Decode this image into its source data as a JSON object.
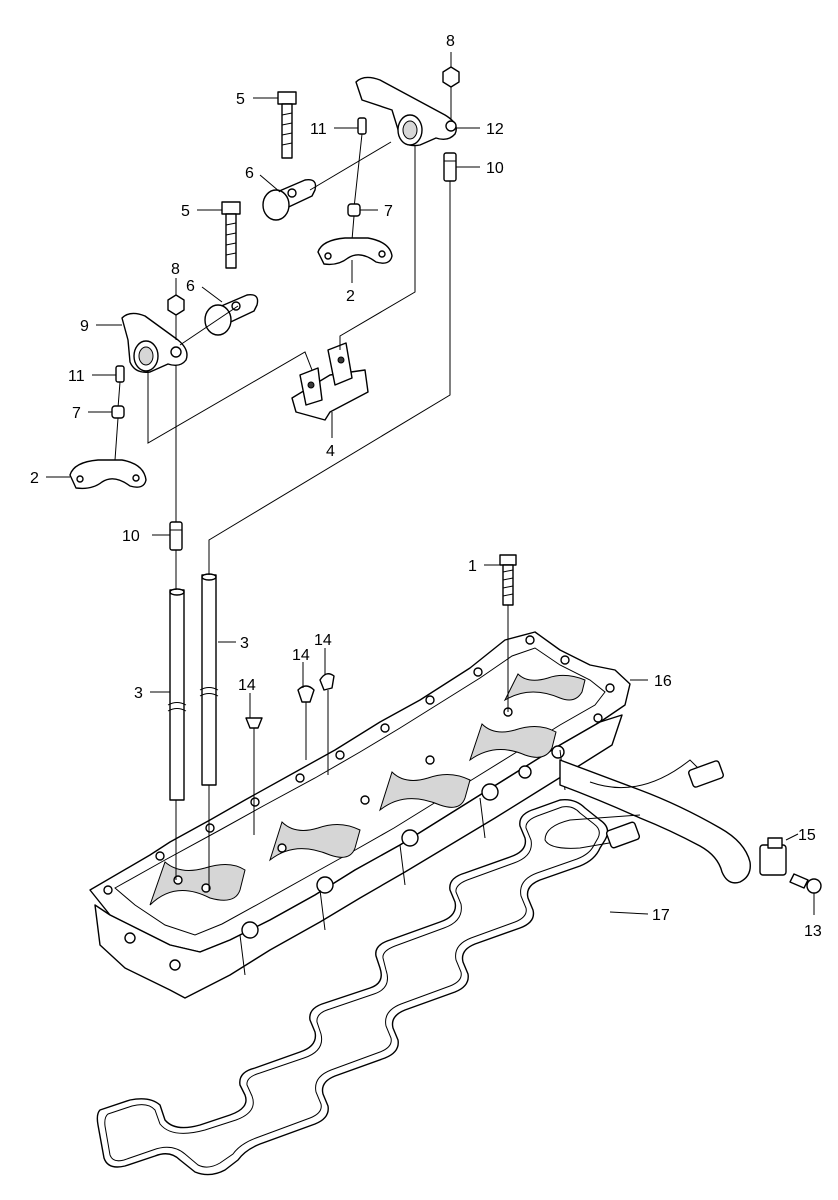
{
  "callouts": [
    {
      "id": "c1",
      "label": "1"
    },
    {
      "id": "c2a",
      "label": "2"
    },
    {
      "id": "c2b",
      "label": "2"
    },
    {
      "id": "c3a",
      "label": "3"
    },
    {
      "id": "c3b",
      "label": "3"
    },
    {
      "id": "c4",
      "label": "4"
    },
    {
      "id": "c5a",
      "label": "5"
    },
    {
      "id": "c5b",
      "label": "5"
    },
    {
      "id": "c6a",
      "label": "6"
    },
    {
      "id": "c6b",
      "label": "6"
    },
    {
      "id": "c7a",
      "label": "7"
    },
    {
      "id": "c7b",
      "label": "7"
    },
    {
      "id": "c8a",
      "label": "8"
    },
    {
      "id": "c8b",
      "label": "8"
    },
    {
      "id": "c9",
      "label": "9"
    },
    {
      "id": "c10a",
      "label": "10"
    },
    {
      "id": "c10b",
      "label": "10"
    },
    {
      "id": "c11a",
      "label": "11"
    },
    {
      "id": "c11b",
      "label": "11"
    },
    {
      "id": "c12",
      "label": "12"
    },
    {
      "id": "c13",
      "label": "13"
    },
    {
      "id": "c14a",
      "label": "14"
    },
    {
      "id": "c14b",
      "label": "14"
    },
    {
      "id": "c14c",
      "label": "14"
    },
    {
      "id": "c15",
      "label": "15"
    },
    {
      "id": "c16",
      "label": "16"
    },
    {
      "id": "c17",
      "label": "17"
    }
  ]
}
